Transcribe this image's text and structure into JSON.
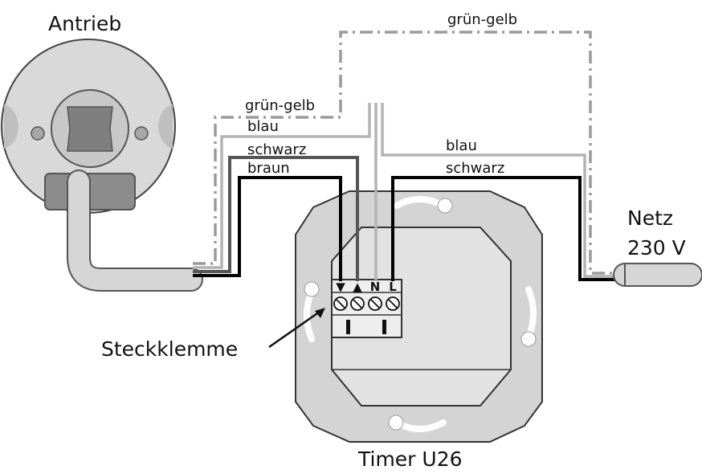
{
  "labels": {
    "motor": "Antrieb",
    "timer": "Timer U26",
    "clamp": "Steckklemme",
    "mains_line1": "Netz",
    "mains_line2": "230 V",
    "wire_gn_ye_top": "grün-gelb",
    "wire_gn_ye_left": "grün-gelb",
    "wire_blue_left": "blau",
    "wire_black_left": "schwarz",
    "wire_brown_left": "braun",
    "wire_blue_right": "blau",
    "wire_black_right": "schwarz"
  },
  "terminals": [
    "▼",
    "▲",
    "N",
    "L"
  ],
  "colors": {
    "green_yellow": "#9a9a9a",
    "blue": "#b3b3b3",
    "black": "#000000",
    "brown": "#555555",
    "plate": "#d4d4d4",
    "insert": "#e2e2e2",
    "outline": "#333333"
  }
}
